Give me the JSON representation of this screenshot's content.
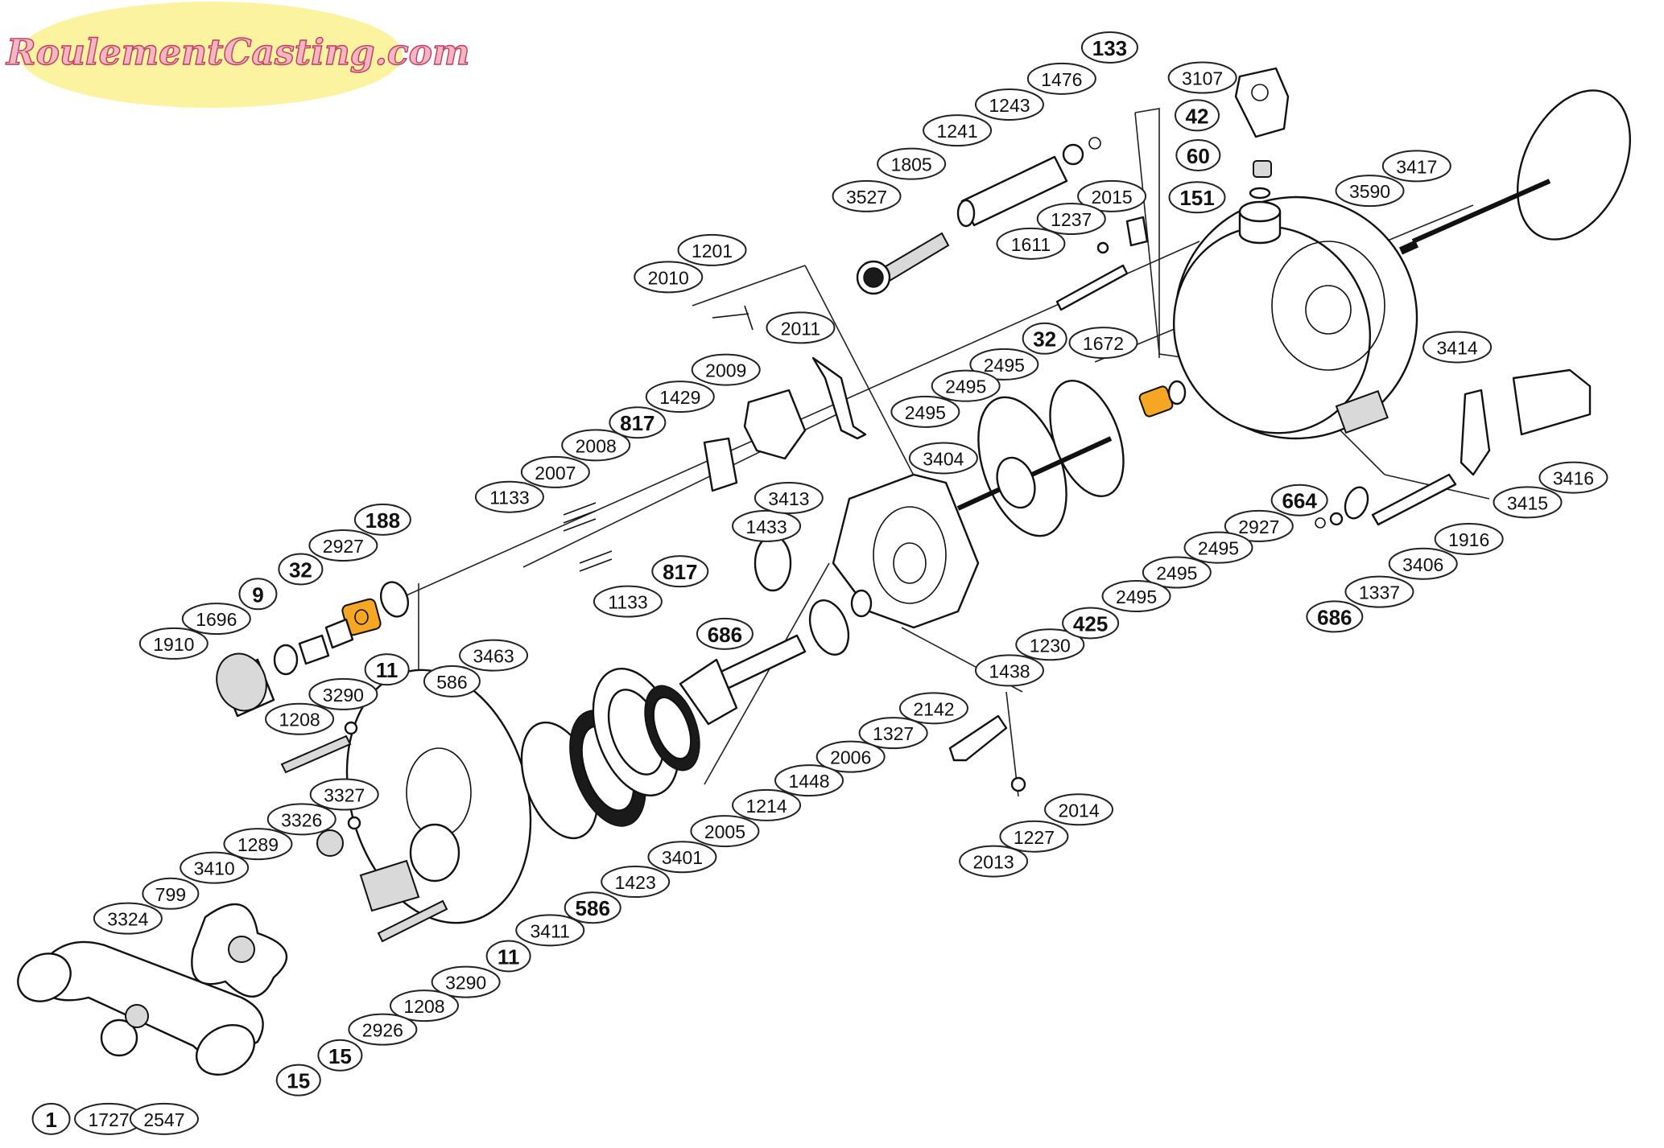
{
  "logo": {
    "text": "RoulementCasting.com",
    "fill_color": "#f3b7c3",
    "stroke_color": "#c23a5a",
    "background_color": "#fbf3a0"
  },
  "highlight_color": "#f5a623",
  "callouts": [
    {
      "id": "c133",
      "text": "133"
    },
    {
      "id": "c1476",
      "text": "1476"
    },
    {
      "id": "c1243",
      "text": "1243"
    },
    {
      "id": "c1241",
      "text": "1241"
    },
    {
      "id": "c1805",
      "text": "1805"
    },
    {
      "id": "c3527",
      "text": "3527"
    },
    {
      "id": "c2015",
      "text": "2015"
    },
    {
      "id": "c1237",
      "text": "1237"
    },
    {
      "id": "c1611",
      "text": "1611"
    },
    {
      "id": "c3107",
      "text": "3107"
    },
    {
      "id": "c42",
      "text": "42"
    },
    {
      "id": "c60",
      "text": "60"
    },
    {
      "id": "c151",
      "text": "151"
    },
    {
      "id": "c3590",
      "text": "3590"
    },
    {
      "id": "c3417",
      "text": "3417"
    },
    {
      "id": "c3414",
      "text": "3414"
    },
    {
      "id": "c1672",
      "text": "1672"
    },
    {
      "id": "c32a",
      "text": "32"
    },
    {
      "id": "c2495a",
      "text": "2495"
    },
    {
      "id": "c2495b",
      "text": "2495"
    },
    {
      "id": "c2495c",
      "text": "2495"
    },
    {
      "id": "c3404",
      "text": "3404"
    },
    {
      "id": "c664",
      "text": "664"
    },
    {
      "id": "c2927a",
      "text": "2927"
    },
    {
      "id": "c2495d",
      "text": "2495"
    },
    {
      "id": "c2495e",
      "text": "2495"
    },
    {
      "id": "c2495f",
      "text": "2495"
    },
    {
      "id": "c3415",
      "text": "3415"
    },
    {
      "id": "c3416",
      "text": "3416"
    },
    {
      "id": "c1916",
      "text": "1916"
    },
    {
      "id": "c3406",
      "text": "3406"
    },
    {
      "id": "c1337",
      "text": "1337"
    },
    {
      "id": "c686a",
      "text": "686"
    },
    {
      "id": "c1201",
      "text": "1201"
    },
    {
      "id": "c2010",
      "text": "2010"
    },
    {
      "id": "c2011",
      "text": "2011"
    },
    {
      "id": "c2009",
      "text": "2009"
    },
    {
      "id": "c1429",
      "text": "1429"
    },
    {
      "id": "c817a",
      "text": "817"
    },
    {
      "id": "c2008",
      "text": "2008"
    },
    {
      "id": "c2007",
      "text": "2007"
    },
    {
      "id": "c1133a",
      "text": "1133"
    },
    {
      "id": "c1133b",
      "text": "1133"
    },
    {
      "id": "c817b",
      "text": "817"
    },
    {
      "id": "c1433",
      "text": "1433"
    },
    {
      "id": "c686b",
      "text": "686"
    },
    {
      "id": "c3413",
      "text": "3413"
    },
    {
      "id": "c1438",
      "text": "1438"
    },
    {
      "id": "c1230",
      "text": "1230"
    },
    {
      "id": "c425",
      "text": "425"
    },
    {
      "id": "c2142",
      "text": "2142"
    },
    {
      "id": "c1327",
      "text": "1327"
    },
    {
      "id": "c2006",
      "text": "2006"
    },
    {
      "id": "c1448",
      "text": "1448"
    },
    {
      "id": "c1214",
      "text": "1214"
    },
    {
      "id": "c2005",
      "text": "2005"
    },
    {
      "id": "c3401",
      "text": "3401"
    },
    {
      "id": "c1423",
      "text": "1423"
    },
    {
      "id": "c586a",
      "text": "586"
    },
    {
      "id": "c586b",
      "text": "586"
    },
    {
      "id": "c3463",
      "text": "3463"
    },
    {
      "id": "c3411",
      "text": "3411"
    },
    {
      "id": "c11a",
      "text": "11"
    },
    {
      "id": "c11b",
      "text": "11"
    },
    {
      "id": "c3290a",
      "text": "3290"
    },
    {
      "id": "c3290b",
      "text": "3290"
    },
    {
      "id": "c1208a",
      "text": "1208"
    },
    {
      "id": "c1208b",
      "text": "1208"
    },
    {
      "id": "c3327",
      "text": "3327"
    },
    {
      "id": "c3326",
      "text": "3326"
    },
    {
      "id": "c1289",
      "text": "1289"
    },
    {
      "id": "c3410",
      "text": "3410"
    },
    {
      "id": "c799",
      "text": "799"
    },
    {
      "id": "c3324",
      "text": "3324"
    },
    {
      "id": "c2926",
      "text": "2926"
    },
    {
      "id": "c15a",
      "text": "15"
    },
    {
      "id": "c15b",
      "text": "15"
    },
    {
      "id": "c1",
      "text": "1"
    },
    {
      "id": "c1727",
      "text": "1727"
    },
    {
      "id": "c2547",
      "text": "2547"
    },
    {
      "id": "c188",
      "text": "188"
    },
    {
      "id": "c2927b",
      "text": "2927"
    },
    {
      "id": "c32b",
      "text": "32"
    },
    {
      "id": "c9",
      "text": "9"
    },
    {
      "id": "c1696",
      "text": "1696"
    },
    {
      "id": "c1910",
      "text": "1910"
    },
    {
      "id": "c2013",
      "text": "2013"
    },
    {
      "id": "c1227",
      "text": "1227"
    },
    {
      "id": "c2014",
      "text": "2014"
    }
  ]
}
